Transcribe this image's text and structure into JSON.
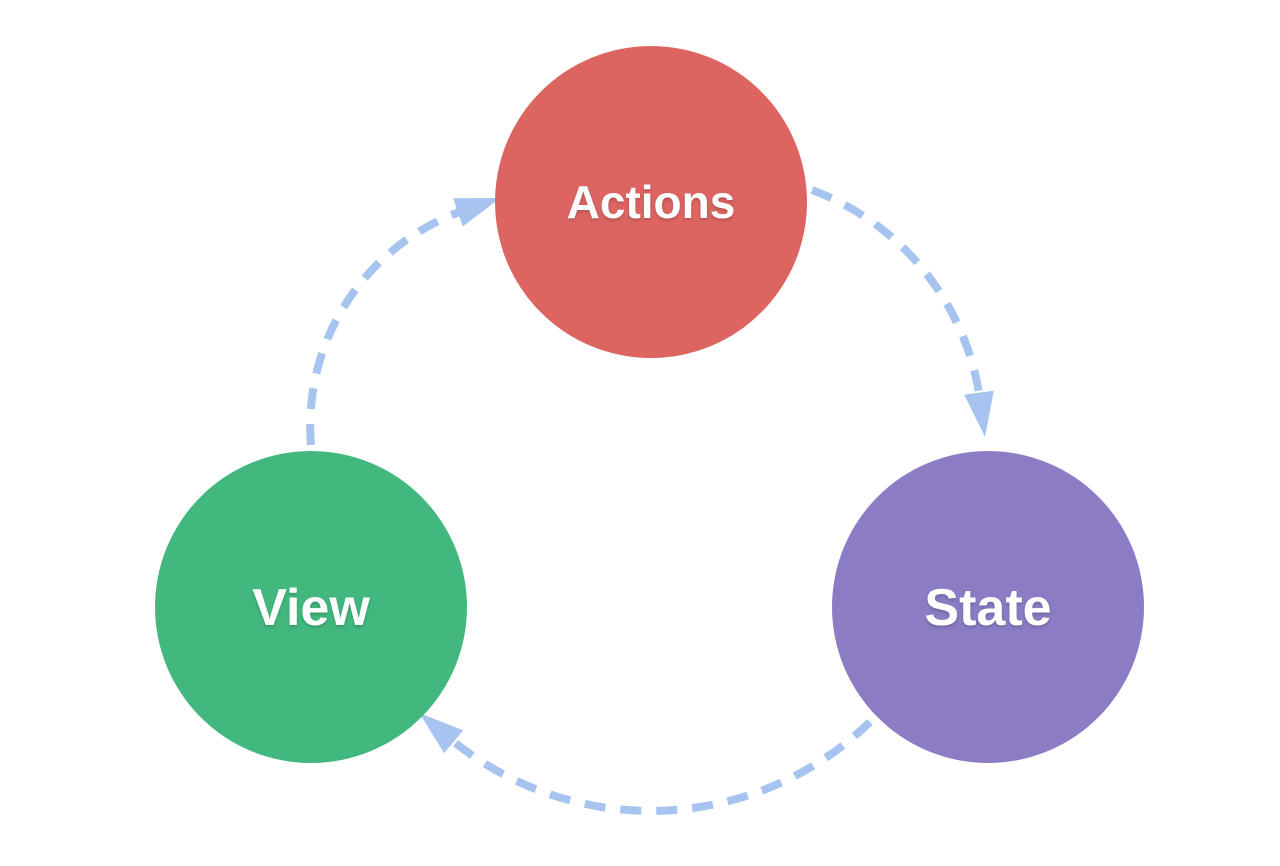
{
  "diagram": {
    "background_color": "#FFFFFF",
    "arrow_color": "#A7C4F0",
    "label_color": "#FFFFFF",
    "nodes": [
      {
        "id": "actions",
        "label": "Actions",
        "color": "#DC6562",
        "position": "top"
      },
      {
        "id": "state",
        "label": "State",
        "color": "#8B7CC4",
        "position": "right"
      },
      {
        "id": "view",
        "label": "View",
        "color": "#42B87E",
        "position": "left"
      }
    ],
    "edges": [
      {
        "from": "actions",
        "to": "state",
        "style": "dashed-arrow"
      },
      {
        "from": "state",
        "to": "view",
        "style": "dashed-arrow"
      },
      {
        "from": "view",
        "to": "actions",
        "style": "dashed-arrow"
      }
    ]
  }
}
